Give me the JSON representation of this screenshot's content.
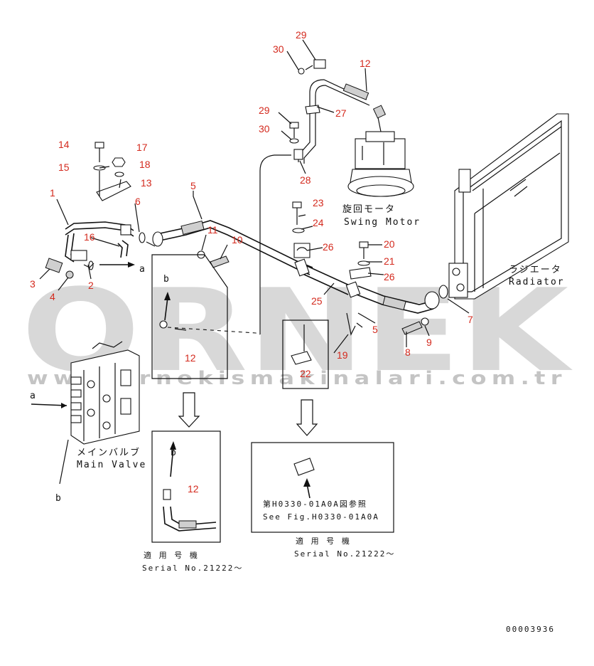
{
  "watermark": {
    "brand": "ORNEK",
    "url": "www.ornekismakinalari.com.tr"
  },
  "callouts": [
    "1",
    "2",
    "3",
    "4",
    "5",
    "6",
    "7",
    "8",
    "9",
    "10",
    "11",
    "12",
    "13",
    "14",
    "15",
    "16",
    "17",
    "18",
    "19",
    "20",
    "21",
    "22",
    "23",
    "24",
    "25",
    "26",
    "27",
    "28",
    "29",
    "30"
  ],
  "view_letters": {
    "a": "a",
    "b": "b"
  },
  "components": {
    "swing_motor": {
      "jp": "旋回モータ",
      "en": "Swing Motor"
    },
    "radiator": {
      "jp": "ラジエータ",
      "en": "Radiator"
    },
    "main_valve": {
      "jp": "メインバルブ",
      "en": "Main Valve"
    }
  },
  "detail_left": {
    "part": "12",
    "applicability_jp": "適 用 号 機",
    "serial": "Serial No.21222～"
  },
  "detail_right": {
    "reference_jp": "第H0330-01A0A図参照",
    "reference_en": "See Fig.H0330-01A0A",
    "applicability_jp": "適 用 号 機",
    "serial": "Serial No.21222～"
  },
  "drawing_number": "00003936",
  "colors": {
    "callout": "#d42a1e",
    "line": "#111111",
    "watermark": "#b9b9b9"
  }
}
